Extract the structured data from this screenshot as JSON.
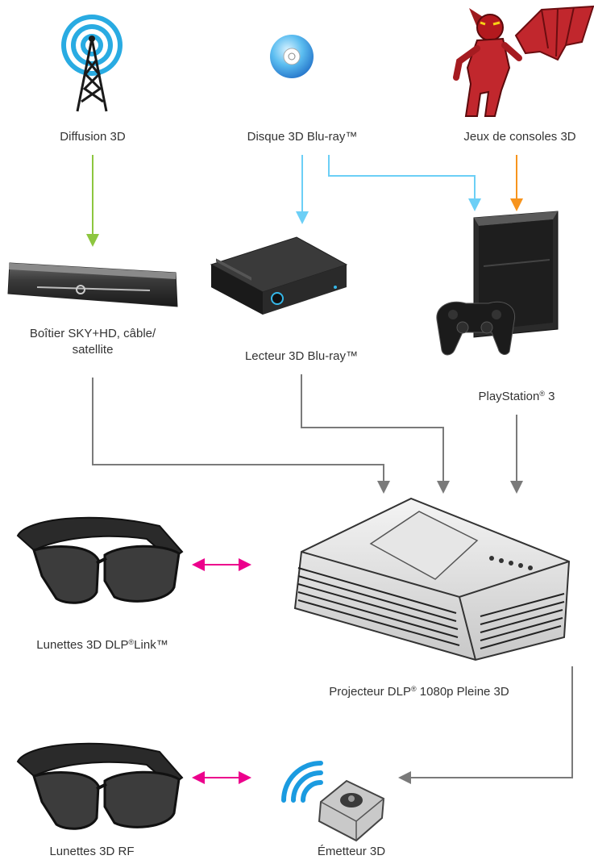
{
  "labels": {
    "broadcast": "Diffusion 3D",
    "bluray_disc": "Disque 3D Blu-ray™",
    "console_games": "Jeux de consoles 3D",
    "stb_line1": "Boîtier SKY+HD, câble/",
    "stb_line2": "satellite",
    "bluray_player": "Lecteur 3D Blu-ray™",
    "ps3_name": "PlayStation",
    "ps3_reg": "®",
    "ps3_num": " 3",
    "glasses_dlp_a": "Lunettes 3D DLP",
    "glasses_dlp_reg": "®",
    "glasses_dlp_b": "Link™",
    "projector_a": "Projecteur DLP",
    "projector_reg": "®",
    "projector_b": " 1080p Pleine 3D",
    "glasses_rf": "Lunettes 3D RF",
    "emitter": "Émetteur 3D"
  },
  "colors": {
    "green_arrow": "#8dc63f",
    "blue_arrow": "#6ccff6",
    "orange_arrow": "#f7941d",
    "gray_arrow": "#7a7a7a",
    "magenta_arrow": "#ec008c",
    "signal_blue": "#1b9be0"
  },
  "icons": {
    "broadcast": "antenna-icon",
    "disc": "disc-icon",
    "game": "dragon-character-icon",
    "stb": "set-top-box-icon",
    "player": "bluray-player-icon",
    "console": "playstation-console-icon",
    "glasses": "3d-glasses-icon",
    "projector": "projector-icon",
    "emitter": "emitter-icon",
    "signal": "wireless-signal-icon"
  }
}
